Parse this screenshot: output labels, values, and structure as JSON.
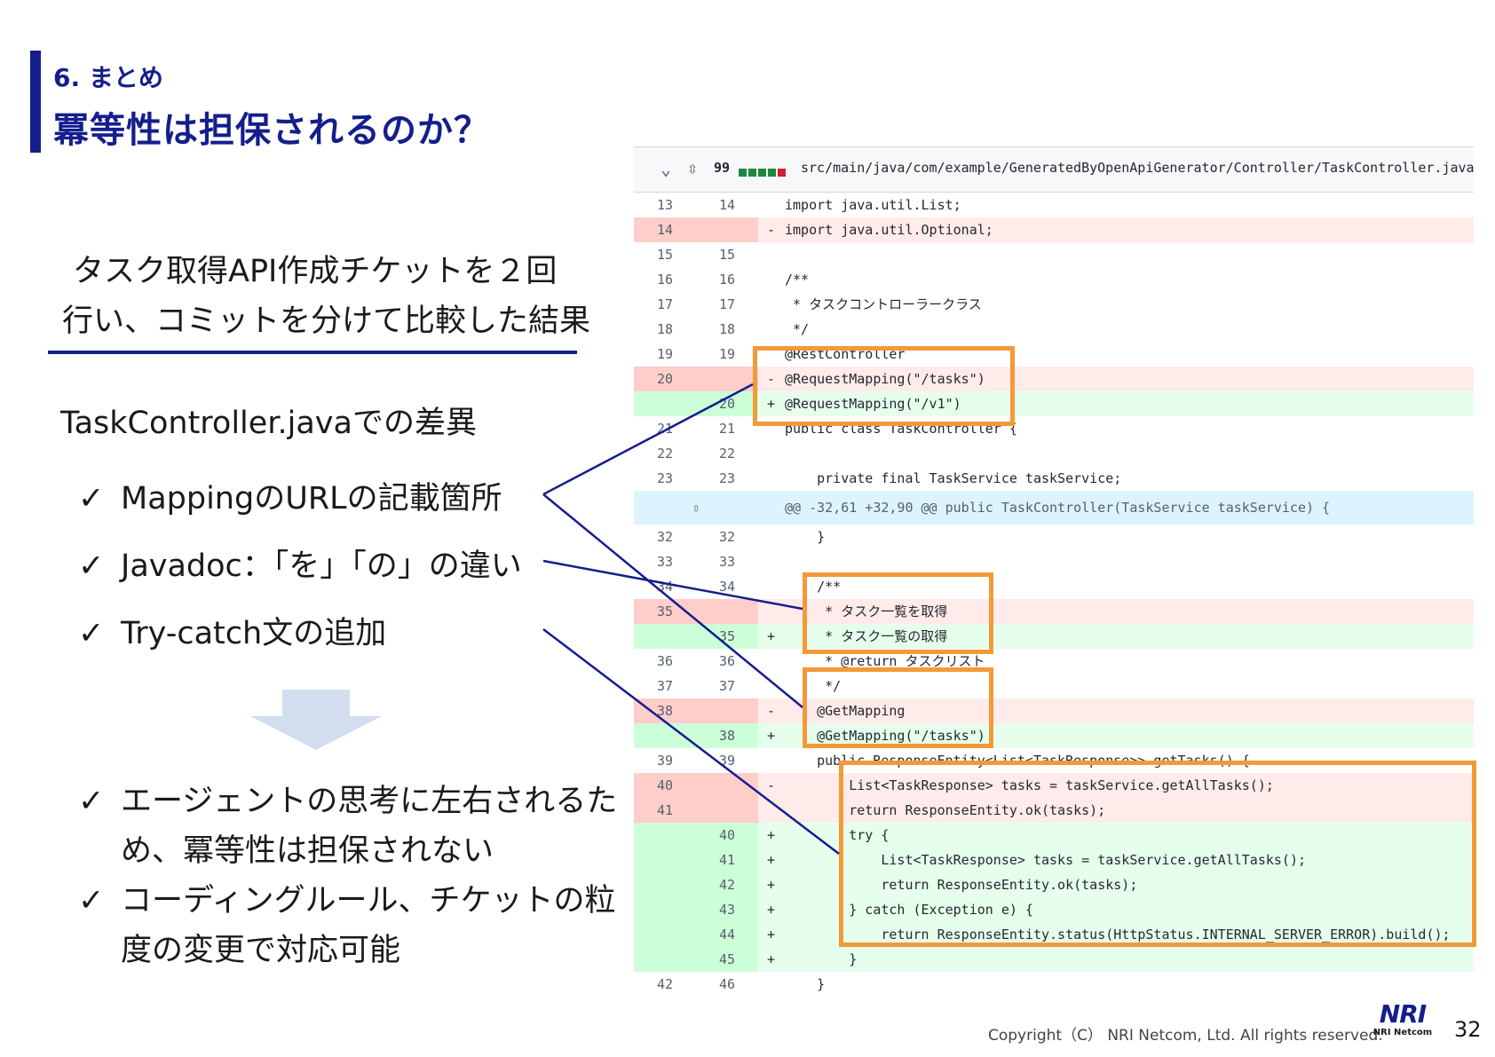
{
  "header": {
    "section": "6. まとめ",
    "title": "冪等性は担保されるのか？"
  },
  "intro": {
    "line1": "タスク取得API作成チケットを２回",
    "line2": "行い、コミットを分けて比較した結果"
  },
  "diff_heading": "TaskController.javaでの差異",
  "checks": [
    "MappingのURLの記載箇所",
    "Javadoc：「を」「の」の違い",
    "Try-catch文の追加"
  ],
  "check_mark": "✓",
  "conclusions": [
    "エージェントの思考に左右されるため、冪等性は担保されない",
    "コーディングルール、チケットの粒度の変更で対応可能"
  ],
  "colors": {
    "brand": "#141e8c",
    "highlight": "#f29a38",
    "del_bg": "#ffebe9",
    "add_bg": "#e6ffec"
  },
  "diff": {
    "change_count": "99",
    "file_path": "src/main/java/com/example/GeneratedByOpenApiGenerator/Controller/TaskController.java",
    "rows": [
      {
        "type": "ctx",
        "old": "13",
        "new": "14",
        "sign": "",
        "code": "import java.util.List;"
      },
      {
        "type": "del",
        "old": "14",
        "new": "",
        "sign": "-",
        "code": "import java.util.Optional;"
      },
      {
        "type": "ctx",
        "old": "15",
        "new": "15",
        "sign": "",
        "code": ""
      },
      {
        "type": "ctx",
        "old": "16",
        "new": "16",
        "sign": "",
        "code": "/**"
      },
      {
        "type": "ctx",
        "old": "17",
        "new": "17",
        "sign": "",
        "code": " * タスクコントローラークラス"
      },
      {
        "type": "ctx",
        "old": "18",
        "new": "18",
        "sign": "",
        "code": " */"
      },
      {
        "type": "ctx",
        "old": "19",
        "new": "19",
        "sign": "",
        "code": "@RestController"
      },
      {
        "type": "del",
        "old": "20",
        "new": "",
        "sign": "-",
        "code": "@RequestMapping(\"/tasks\")"
      },
      {
        "type": "add",
        "old": "",
        "new": "20",
        "sign": "+",
        "code": "@RequestMapping(\"/v1\")"
      },
      {
        "type": "ctx",
        "old": "21",
        "new": "21",
        "sign": "",
        "code": "public class TaskController {"
      },
      {
        "type": "ctx",
        "old": "22",
        "new": "22",
        "sign": "",
        "code": ""
      },
      {
        "type": "ctx",
        "old": "23",
        "new": "23",
        "sign": "",
        "code": "    private final TaskService taskService;"
      },
      {
        "type": "hunk",
        "old": "",
        "new": "",
        "sign": "",
        "code": "@@ -32,61 +32,90 @@ public TaskController(TaskService taskService) {"
      },
      {
        "type": "ctx",
        "old": "32",
        "new": "32",
        "sign": "",
        "code": "    }"
      },
      {
        "type": "ctx",
        "old": "33",
        "new": "33",
        "sign": "",
        "code": ""
      },
      {
        "type": "ctx",
        "old": "34",
        "new": "34",
        "sign": "",
        "code": "    /**"
      },
      {
        "type": "del",
        "old": "35",
        "new": "",
        "sign": "",
        "code": "     * タスク一覧を取得"
      },
      {
        "type": "add",
        "old": "",
        "new": "35",
        "sign": "+",
        "code": "     * タスク一覧の取得"
      },
      {
        "type": "ctx",
        "old": "36",
        "new": "36",
        "sign": "",
        "code": "     * @return タスクリスト"
      },
      {
        "type": "ctx",
        "old": "37",
        "new": "37",
        "sign": "",
        "code": "     */"
      },
      {
        "type": "del",
        "old": "38",
        "new": "",
        "sign": "-",
        "code": "    @GetMapping"
      },
      {
        "type": "add",
        "old": "",
        "new": "38",
        "sign": "+",
        "code": "    @GetMapping(\"/tasks\")"
      },
      {
        "type": "ctx",
        "old": "39",
        "new": "39",
        "sign": "",
        "code": "    public ResponseEntity<List<TaskResponse>> getTasks() {"
      },
      {
        "type": "del",
        "old": "40",
        "new": "",
        "sign": "-",
        "code": "        List<TaskResponse> tasks = taskService.getAllTasks();"
      },
      {
        "type": "del",
        "old": "41",
        "new": "",
        "sign": "",
        "code": "        return ResponseEntity.ok(tasks);"
      },
      {
        "type": "add",
        "old": "",
        "new": "40",
        "sign": "+",
        "code": "        try {"
      },
      {
        "type": "add",
        "old": "",
        "new": "41",
        "sign": "+",
        "code": "            List<TaskResponse> tasks = taskService.getAllTasks();"
      },
      {
        "type": "add",
        "old": "",
        "new": "42",
        "sign": "+",
        "code": "            return ResponseEntity.ok(tasks);"
      },
      {
        "type": "add",
        "old": "",
        "new": "43",
        "sign": "+",
        "code": "        } catch (Exception e) {"
      },
      {
        "type": "add",
        "old": "",
        "new": "44",
        "sign": "+",
        "code": "            return ResponseEntity.status(HttpStatus.INTERNAL_SERVER_ERROR).build();"
      },
      {
        "type": "add",
        "old": "",
        "new": "45",
        "sign": "+",
        "code": "        }"
      },
      {
        "type": "ctx",
        "old": "42",
        "new": "46",
        "sign": "",
        "code": "    }"
      }
    ]
  },
  "footer": {
    "copyright": "Copyright（C） NRI Netcom, Ltd. All rights reserved.",
    "logo_big": "NRI",
    "logo_small": "NRI Netcom",
    "page": "32"
  }
}
